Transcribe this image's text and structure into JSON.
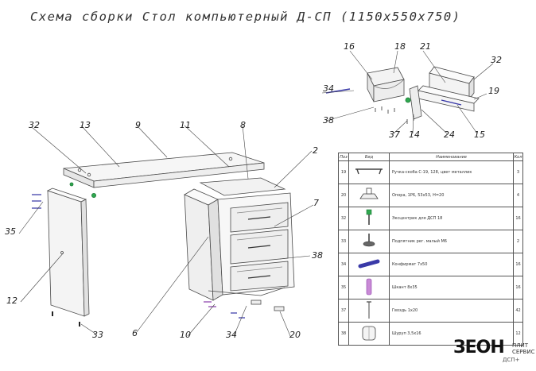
{
  "title": "Схема сборки  Стол компьютерный Д-СП (1150х550х750)",
  "callouts": {
    "c16": "16",
    "c18": "18",
    "c21": "21",
    "c32top": "32",
    "c34top": "34",
    "c19": "19",
    "c38top": "38",
    "c37": "37",
    "c14": "14",
    "c24": "24",
    "c15": "15",
    "c32": "32",
    "c13": "13",
    "c9": "9",
    "c11": "11",
    "c8": "8",
    "c2": "2",
    "c7": "7",
    "c35": "35",
    "c38": "38",
    "c12": "12",
    "c6": "6",
    "c10": "10",
    "c34": "34",
    "c20": "20",
    "c33": "33"
  },
  "table": {
    "headers": {
      "pos": "Поз",
      "view": "Вид",
      "name": "Наименование",
      "qty": "Кол"
    },
    "rows": [
      {
        "pos": "19",
        "name": "Ручка-скоба С-19, 128, цвет металлик",
        "qty": "3"
      },
      {
        "pos": "20",
        "name": "Опора, 1Р6, 53х53, Н=20",
        "qty": "4"
      },
      {
        "pos": "32",
        "name": "Эксцентрик для ДСП 18",
        "qty": "16"
      },
      {
        "pos": "33",
        "name": "Подпятник рег. малый М6",
        "qty": "2"
      },
      {
        "pos": "34",
        "name": "Конфирмат 7х50",
        "qty": "16"
      },
      {
        "pos": "35",
        "name": "Шкант 8х35",
        "qty": "16"
      },
      {
        "pos": "37",
        "name": "Гвоздь 1х20",
        "qty": "42"
      },
      {
        "pos": "38",
        "name": "Шуруп 3,5х16",
        "qty": "12"
      }
    ]
  },
  "brand": {
    "logo": "ЗЕОН",
    "sub1": "ПЛИТ",
    "sub2": "СЕРВИС",
    "tag": "ДСП+"
  },
  "colors": {
    "line": "#4a4a4a",
    "accent_blue": "#3a3aa8",
    "accent_green": "#2fa84f",
    "accent_purple": "#8e44ad"
  }
}
